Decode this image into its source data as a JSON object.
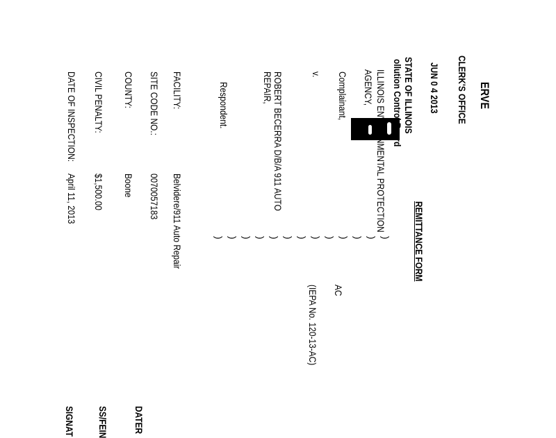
{
  "stamp": {
    "received": "ERVE",
    "clerks_office": "CLERK'S OFFICE",
    "date": "JUN 0 4 2013",
    "state": "STATE OF ILLINOIS",
    "board": "ollution Control Board"
  },
  "title": "REMITTANCE FORM",
  "caption": {
    "complainant_line1": "ILLINOIS ENVIRONMENTAL PROTECTION",
    "complainant_line2": "AGENCY,",
    "complainant_label": "Complainant,",
    "versus": "v.",
    "respondent_line1": "ROBERT BECERRA D/B/A 911 AUTO",
    "respondent_line2": "REPAIR,",
    "respondent_label": "Respondent.",
    "case_type": "AC",
    "case_number": "(IEPA No. 120-13-AC)",
    "paren": ")"
  },
  "fields": [
    {
      "label": "FACILITY:",
      "value": "Belvidere/911 Auto Repair"
    },
    {
      "label": "SITE CODE NO.:",
      "value": "0070057183"
    },
    {
      "label": "COUNTY:",
      "value": "Boone"
    },
    {
      "label": "CIVIL PENALTY:",
      "value": "$1,500.00"
    },
    {
      "label": "DATE OF INSPECTION:",
      "value": "April 11, 2013"
    }
  ],
  "cutoff": {
    "date": "DATER",
    "fein": "SS/FEIN",
    "signature": "SIGNAT"
  }
}
